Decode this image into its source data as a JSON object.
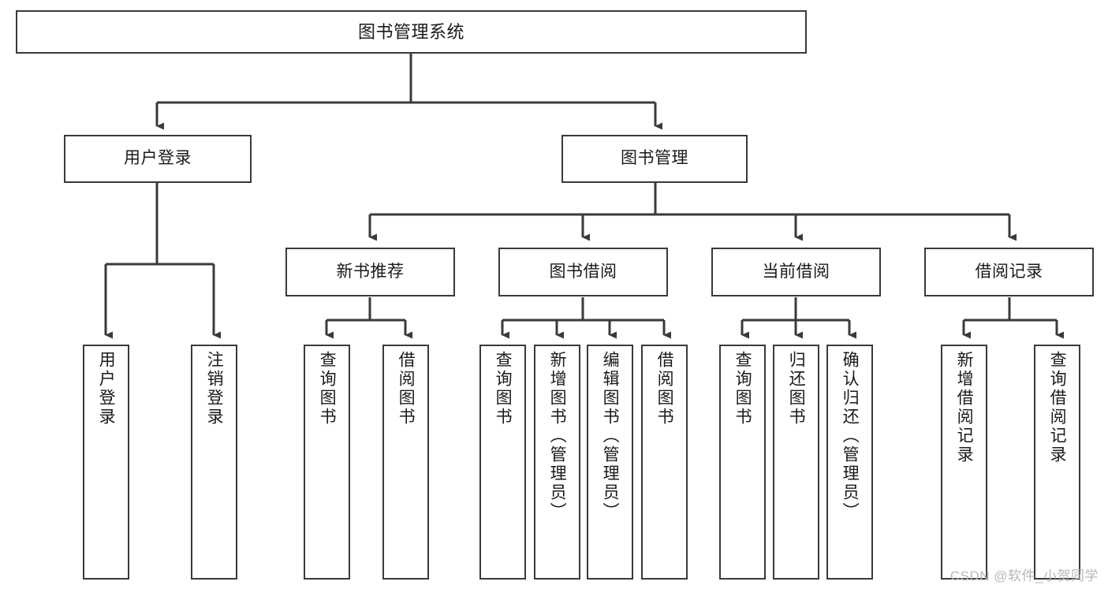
{
  "diagram": {
    "title": "图书管理系统",
    "type": "function-structure-tree",
    "colors": {
      "stroke": "#3a3a3a",
      "fill": "#ffffff",
      "text": "#1a1a1a",
      "watermark": "#b8b8b8"
    },
    "levels": {
      "root_label": "图书管理系统",
      "level2": [
        "用户登录",
        "图书管理"
      ],
      "level3": [
        "新书推荐",
        "图书借阅",
        "当前借阅",
        "借阅记录"
      ]
    },
    "nodes": {
      "root": {
        "label": "图书管理系统"
      },
      "user_login": {
        "label": "用户登录"
      },
      "book_manage": {
        "label": "图书管理"
      },
      "new_book_rec": {
        "label": "新书推荐"
      },
      "book_borrow": {
        "label": "图书借阅"
      },
      "current_borrow": {
        "label": "当前借阅"
      },
      "borrow_record": {
        "label": "借阅记录"
      },
      "leaf_user_login": {
        "label": "用户登录"
      },
      "leaf_user_logout": {
        "label": "注销登录"
      },
      "leaf_rec_query_book": {
        "label": "查询图书"
      },
      "leaf_rec_borrow_book": {
        "label": "借阅图书"
      },
      "leaf_borrow_query_book": {
        "label": "查询图书"
      },
      "leaf_borrow_add_book": {
        "label": "新增图书（管理员）"
      },
      "leaf_borrow_edit_book": {
        "label": "编辑图书（管理员）"
      },
      "leaf_borrow_borrow_book": {
        "label": "借阅图书"
      },
      "leaf_cur_query_book": {
        "label": "查询图书"
      },
      "leaf_cur_return_book": {
        "label": "归还图书"
      },
      "leaf_cur_confirm_return": {
        "label": "确认归还（管理员）"
      },
      "leaf_rec_add_record": {
        "label": "新增借阅记录"
      },
      "leaf_rec_query_record": {
        "label": "查询借阅记录"
      }
    },
    "watermark": "CSDN @软件_小贺同学"
  }
}
